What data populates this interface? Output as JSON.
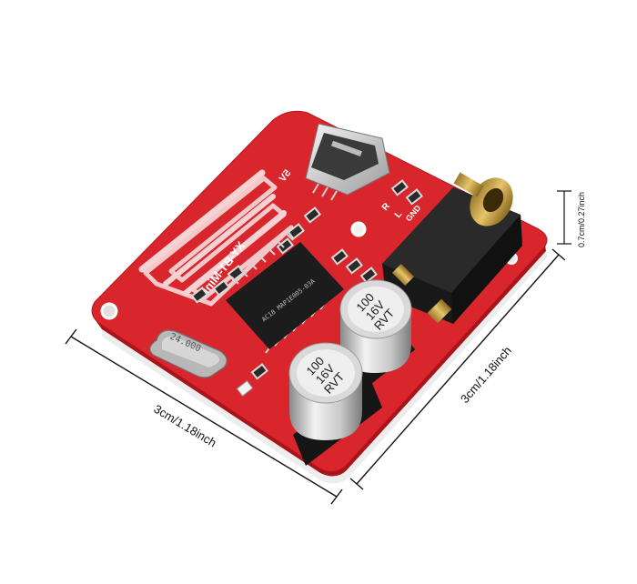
{
  "dimensions": {
    "width_label": "3cm/1.18inch",
    "depth_label": "3cm/1.18inch",
    "height_label": "0.7cm/0.27inch"
  },
  "board": {
    "color": "#d8262c",
    "silkscreen": {
      "model": "XY-BT-Mini",
      "port_label": "5V",
      "right_labels": [
        "R",
        "L"
      ],
      "gnd_label": "GND"
    },
    "chip_marking": "AC18 MAP1E005-03A",
    "crystal_marking": "24.000",
    "capacitors": [
      {
        "value": "100",
        "voltage": "16V",
        "series": "RVT"
      },
      {
        "value": "100",
        "voltage": "16V",
        "series": "RVT"
      }
    ]
  }
}
